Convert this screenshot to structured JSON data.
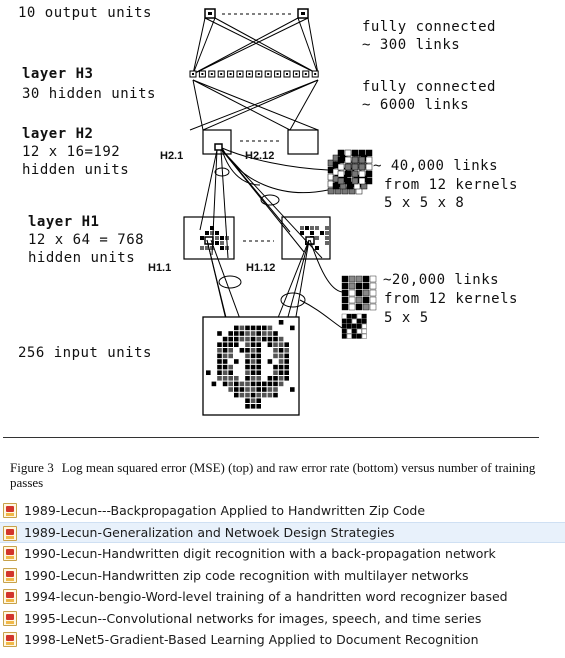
{
  "diagram": {
    "output_units": "10 output units",
    "h3_title": "layer H3",
    "h3_units": "30 hidden units",
    "h2_title": "layer H2",
    "h2_dims": "12 x 16=192",
    "h2_units": "hidden units",
    "h2_1_label": "H2.1",
    "h2_12_label": "H2.12",
    "h1_title": "layer H1",
    "h1_dims": "12 x 64 = 768",
    "h1_units": "hidden units",
    "h1_1_label": "H1.1",
    "h1_12_label": "H1.12",
    "input_units": "256 input units",
    "conn_top_line1": "fully connected",
    "conn_top_line2": "~ 300 links",
    "conn_mid_line1": "fully connected",
    "conn_mid_line2": "~ 6000 links",
    "h2_links_line1": "~ 40,000 links",
    "h2_links_line2": "from 12 kernels",
    "h2_links_line3": "5 x 5 x 8",
    "h1_links_line1": "~20,000 links",
    "h1_links_line2": "from 12 kernels",
    "h1_links_line3": "5 x 5"
  },
  "caption": {
    "figure": "Figure 3",
    "text": "Log mean squared error (MSE) (top) and raw error rate (bottom) versus number of training passes"
  },
  "files": [
    {
      "label": "1989-Lecun---Backpropagation Applied to Handwritten Zip Code",
      "selected": false
    },
    {
      "label": "1989-Lecun-Generalization and Netwoek Design Strategies",
      "selected": true
    },
    {
      "label": "1990-Lecun-Handwritten digit recognition with a back-propagation network",
      "selected": false
    },
    {
      "label": "1990-Lecun-Handwritten zip code recognition with multilayer networks",
      "selected": false
    },
    {
      "label": "1994-lecun-bengio-Word-level training of a handritten word recognizer based",
      "selected": false
    },
    {
      "label": "1995-Lecun--Convolutional networks for images, speech, and time series",
      "selected": false
    },
    {
      "label": "1998-LeNet5-Gradient-Based Learning Applied to Document Recognition",
      "selected": false
    }
  ],
  "icons": {
    "file": "pdf-file-icon"
  }
}
